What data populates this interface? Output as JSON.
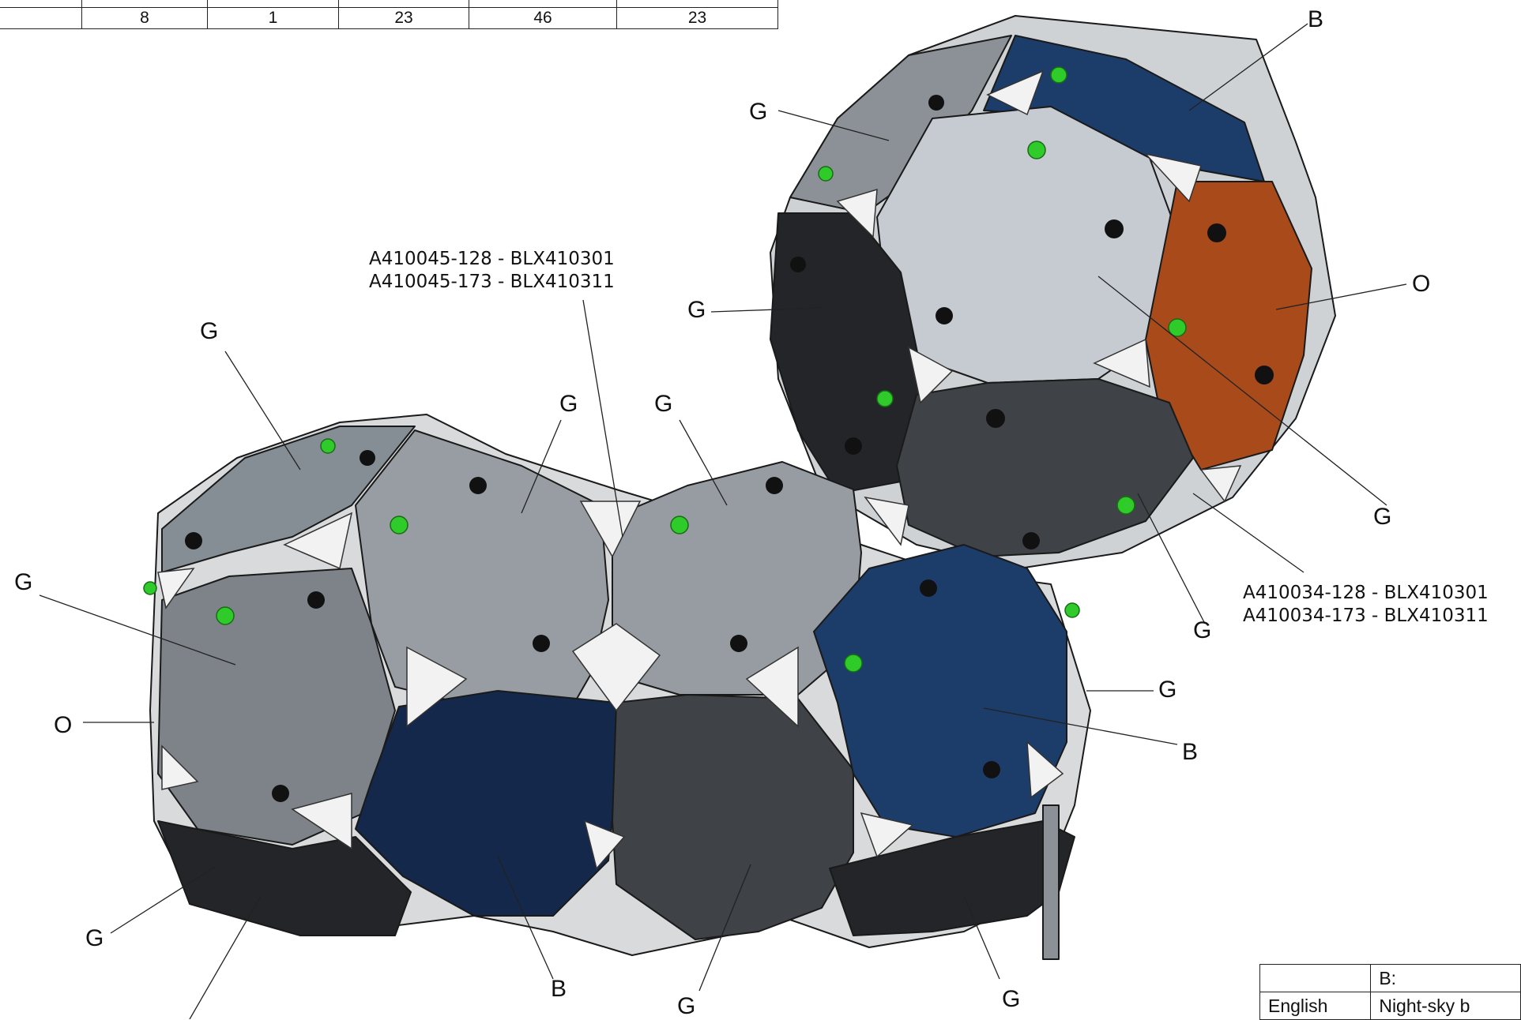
{
  "top_table": {
    "rows": [
      [
        "",
        "",
        "",
        "",
        "",
        ""
      ],
      [
        "",
        "8",
        "1",
        "23",
        "46",
        "23"
      ]
    ]
  },
  "legend_table": {
    "header": [
      "",
      "B:"
    ],
    "rows": [
      [
        "English",
        "Night-sky b"
      ]
    ]
  },
  "part_numbers": {
    "center_line1": "A410045-128 - BLX410301",
    "center_line2": "A410045-173 - BLX410311",
    "right_line1": "A410034-128 - BLX410301",
    "right_line2": "A410034-173 - BLX410311"
  },
  "labels": {
    "g_top_upper": "G",
    "b_top_right": "B",
    "g_upper_dark": "G",
    "o_right": "O",
    "g_upper_light": "G",
    "g_lower_right_small": "G",
    "g_right_mid": "G",
    "b_right_lower": "B",
    "g_left_top": "G",
    "g_mid_1": "G",
    "g_mid_2": "G",
    "g_left": "G",
    "o_left": "O",
    "g_bottom_left": "G",
    "b_bottom": "B",
    "g_bottom_mid": "G",
    "g_bottom_right": "G"
  },
  "colors": {
    "blue_panel": "#1c3d6a",
    "dark_blue_panel": "#13284a",
    "orange_panel": "#a84a1a",
    "light_grey_panel": "#c5cbd0",
    "mid_grey_panel": "#868e95",
    "dark_grey_panel": "#3f4246",
    "black_panel": "#232528",
    "hold_green": "#2fcb2a",
    "hold_black": "#111111"
  }
}
